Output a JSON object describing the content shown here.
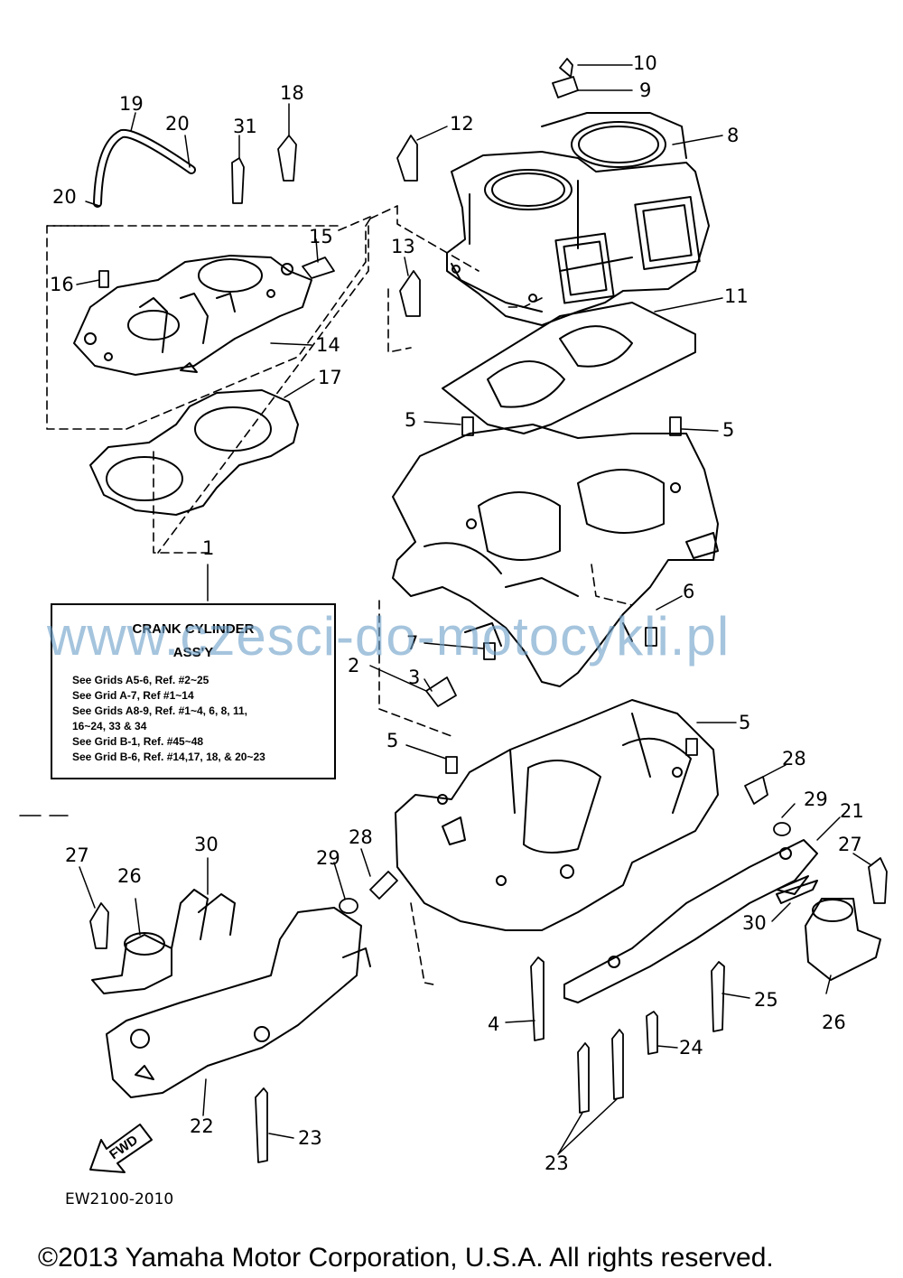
{
  "callouts": [
    {
      "id": "c10",
      "text": "10"
    },
    {
      "id": "c9",
      "text": "9"
    },
    {
      "id": "c8",
      "text": "8"
    },
    {
      "id": "c12",
      "text": "12"
    },
    {
      "id": "c18",
      "text": "18"
    },
    {
      "id": "c19",
      "text": "19"
    },
    {
      "id": "c20a",
      "text": "20"
    },
    {
      "id": "c31",
      "text": "31"
    },
    {
      "id": "c20b",
      "text": "20"
    },
    {
      "id": "c15",
      "text": "15"
    },
    {
      "id": "c16",
      "text": "16"
    },
    {
      "id": "c13",
      "text": "13"
    },
    {
      "id": "c11",
      "text": "11"
    },
    {
      "id": "c14",
      "text": "14"
    },
    {
      "id": "c17",
      "text": "17"
    },
    {
      "id": "c5a",
      "text": "5"
    },
    {
      "id": "c5b",
      "text": "5"
    },
    {
      "id": "c1",
      "text": "1"
    },
    {
      "id": "c6",
      "text": "6"
    },
    {
      "id": "c7",
      "text": "7"
    },
    {
      "id": "c2",
      "text": "2"
    },
    {
      "id": "c3",
      "text": "3"
    },
    {
      "id": "c5c",
      "text": "5"
    },
    {
      "id": "c5d",
      "text": "5"
    },
    {
      "id": "c28a",
      "text": "28"
    },
    {
      "id": "c29a",
      "text": "29"
    },
    {
      "id": "c21",
      "text": "21"
    },
    {
      "id": "c27a",
      "text": "27"
    },
    {
      "id": "c30a",
      "text": "30"
    },
    {
      "id": "c28b",
      "text": "28"
    },
    {
      "id": "c29b",
      "text": "29"
    },
    {
      "id": "c27b",
      "text": "27"
    },
    {
      "id": "c26a",
      "text": "26"
    },
    {
      "id": "c30b",
      "text": "30"
    },
    {
      "id": "c26b",
      "text": "26"
    },
    {
      "id": "c25",
      "text": "25"
    },
    {
      "id": "c4",
      "text": "4"
    },
    {
      "id": "c24",
      "text": "24"
    },
    {
      "id": "c22",
      "text": "22"
    },
    {
      "id": "c23a",
      "text": "23"
    },
    {
      "id": "c23b",
      "text": "23"
    }
  ],
  "infobox": {
    "title_line1": "CRANK CYLINDER",
    "title_line2": "ASS'Y",
    "refs": [
      "See Grids A5-6, Ref. #2~25",
      "See Grid A-7, Ref #1~14",
      "See Grids A8-9, Ref. #1~4, 6, 8, 11,",
      "16~24, 33 & 34",
      "See Grid B-1, Ref. #45~48",
      "See Grid B-6, Ref. #14,17, 18, & 20~23"
    ]
  },
  "fwd_label": "FWD",
  "watermark": "www.czesci-do-motocykli.pl",
  "drawing_code": "EW2100-2010",
  "copyright": "©2013 Yamaha Motor Corporation, U.S.A. All rights reserved."
}
